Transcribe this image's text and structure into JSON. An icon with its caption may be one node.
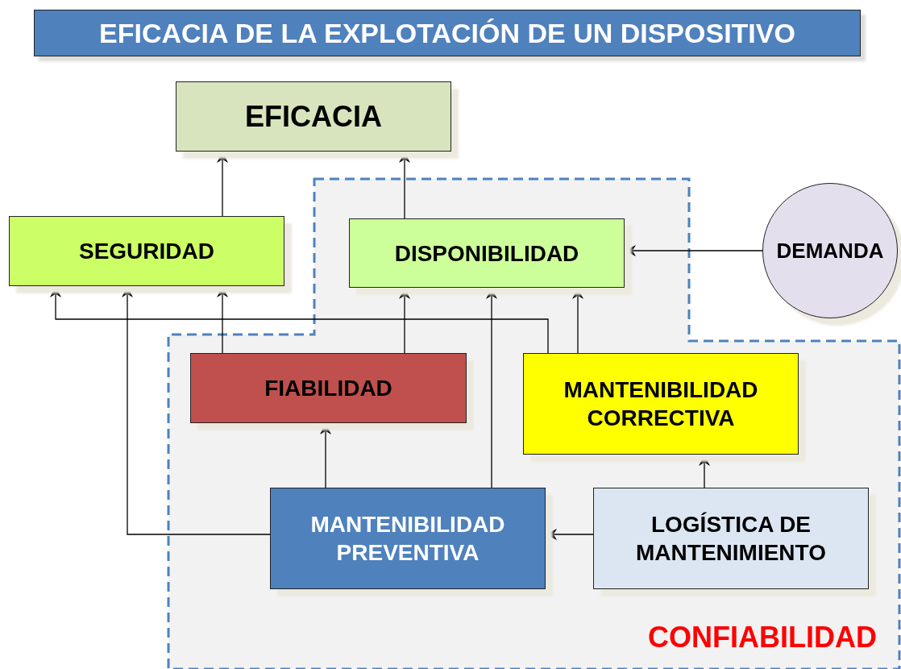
{
  "diagram": {
    "title": "EFICACIA DE LA EXPLOTACIÓN DE UN DISPOSITIVO",
    "nodes": [
      {
        "text": [
          "EFICACIA"
        ]
      },
      {
        "text": [
          "SEGURIDAD"
        ]
      },
      {
        "text": [
          "CONFIABILIDAD"
        ]
      },
      {
        "text": [
          "DISPONIBILIDAD"
        ],
        "in": 2
      },
      {
        "text": [
          "DEMANDA"
        ]
      },
      {
        "text": [
          "FIABILIDAD"
        ],
        "in": 2
      },
      {
        "text": [
          "MANTENIBILIDAD CORRECTIVA"
        ],
        "in": 2
      },
      {
        "text": [
          "MANTENIBILIDAD PREVENTIVA"
        ],
        "in": 2
      },
      {
        "text": [
          "LOGÍSTICA DE MANTENIMIENTO"
        ],
        "in": 2
      }
    ],
    "edges": [
      {
        "from": 1,
        "to": 0,
        "arrow": "to"
      },
      {
        "from": 3,
        "to": 0,
        "arrow": "to"
      },
      {
        "from": 4,
        "to": 3,
        "arrow": "to"
      },
      {
        "from": 5,
        "to": 1,
        "arrow": "to"
      },
      {
        "from": 5,
        "to": 3,
        "arrow": "to"
      },
      {
        "from": 6,
        "to": 1,
        "arrow": "to"
      },
      {
        "from": 6,
        "to": 3,
        "arrow": "to"
      },
      {
        "from": 7,
        "to": 5,
        "arrow": "to"
      },
      {
        "from": 7,
        "to": 3,
        "arrow": "to"
      },
      {
        "from": 7,
        "to": 1,
        "arrow": "to"
      },
      {
        "from": 8,
        "to": 6,
        "arrow": "to"
      },
      {
        "from": 8,
        "to": 7,
        "arrow": "to"
      }
    ]
  }
}
